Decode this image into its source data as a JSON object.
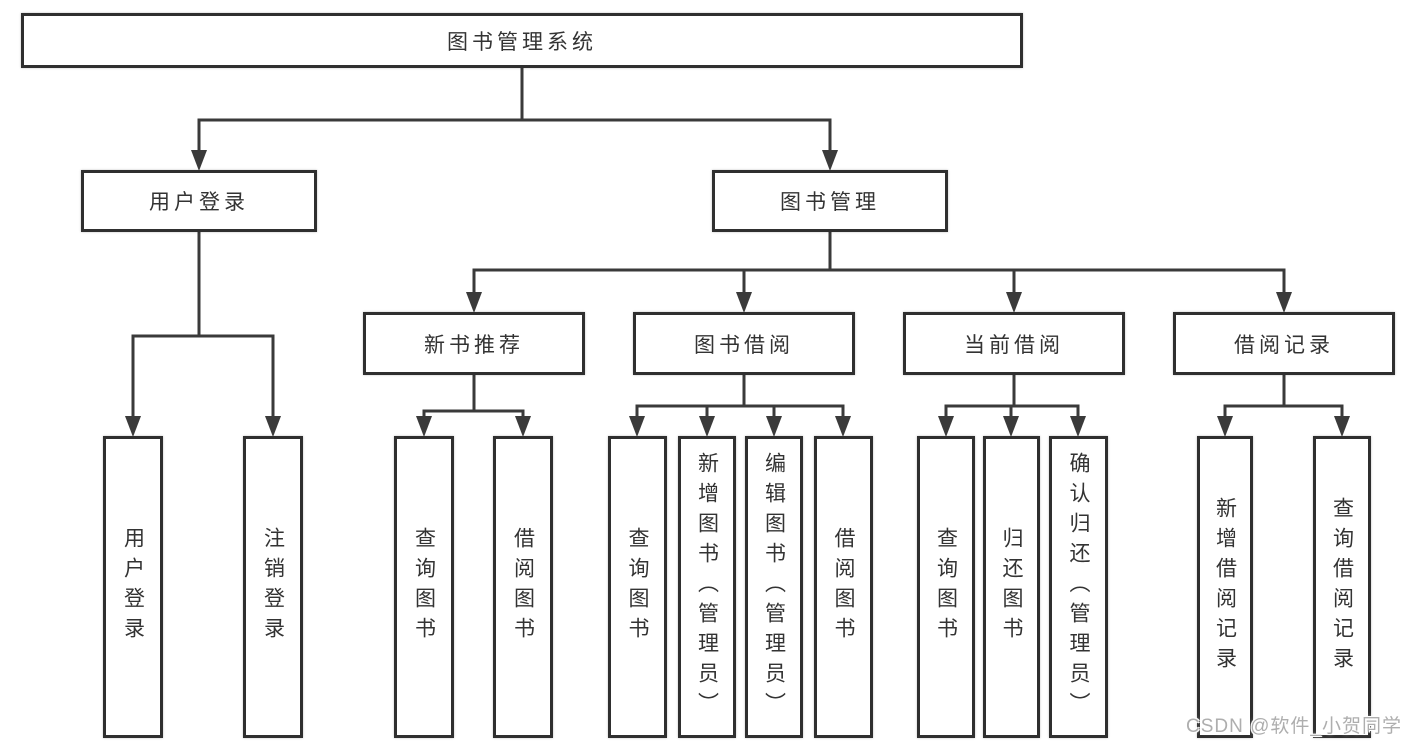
{
  "diagram_type": "hierarchy-tree",
  "nodes": {
    "system": "图书管理系统",
    "user_login": "用户登录",
    "book_manage": "图书管理",
    "new_book_recommend": "新书推荐",
    "book_borrow": "图书借阅",
    "current_borrow": "当前借阅",
    "borrow_record": "借阅记录",
    "user_login_leaf": "用户登录",
    "logout": "注销登录",
    "recommend_query_book": "查询图书",
    "recommend_borrow_book": "借阅图书",
    "borrow_query_book": "查询图书",
    "borrow_add_book": "新增图书（管理员）",
    "borrow_edit_book": "编辑图书（管理员）",
    "borrow_borrow_book": "借阅图书",
    "current_query_book": "查询图书",
    "current_return_book": "归还图书",
    "current_confirm_return": "确认归还（管理员）",
    "record_add": "新增借阅记录",
    "record_query": "查询借阅记录"
  },
  "watermark": "CSDN @软件_小贺同学",
  "colors": {
    "line": "#3a3a3a",
    "border": "#2f2f2f",
    "background": "#ffffff",
    "text": "#333333",
    "watermark": "#aeaeae"
  }
}
